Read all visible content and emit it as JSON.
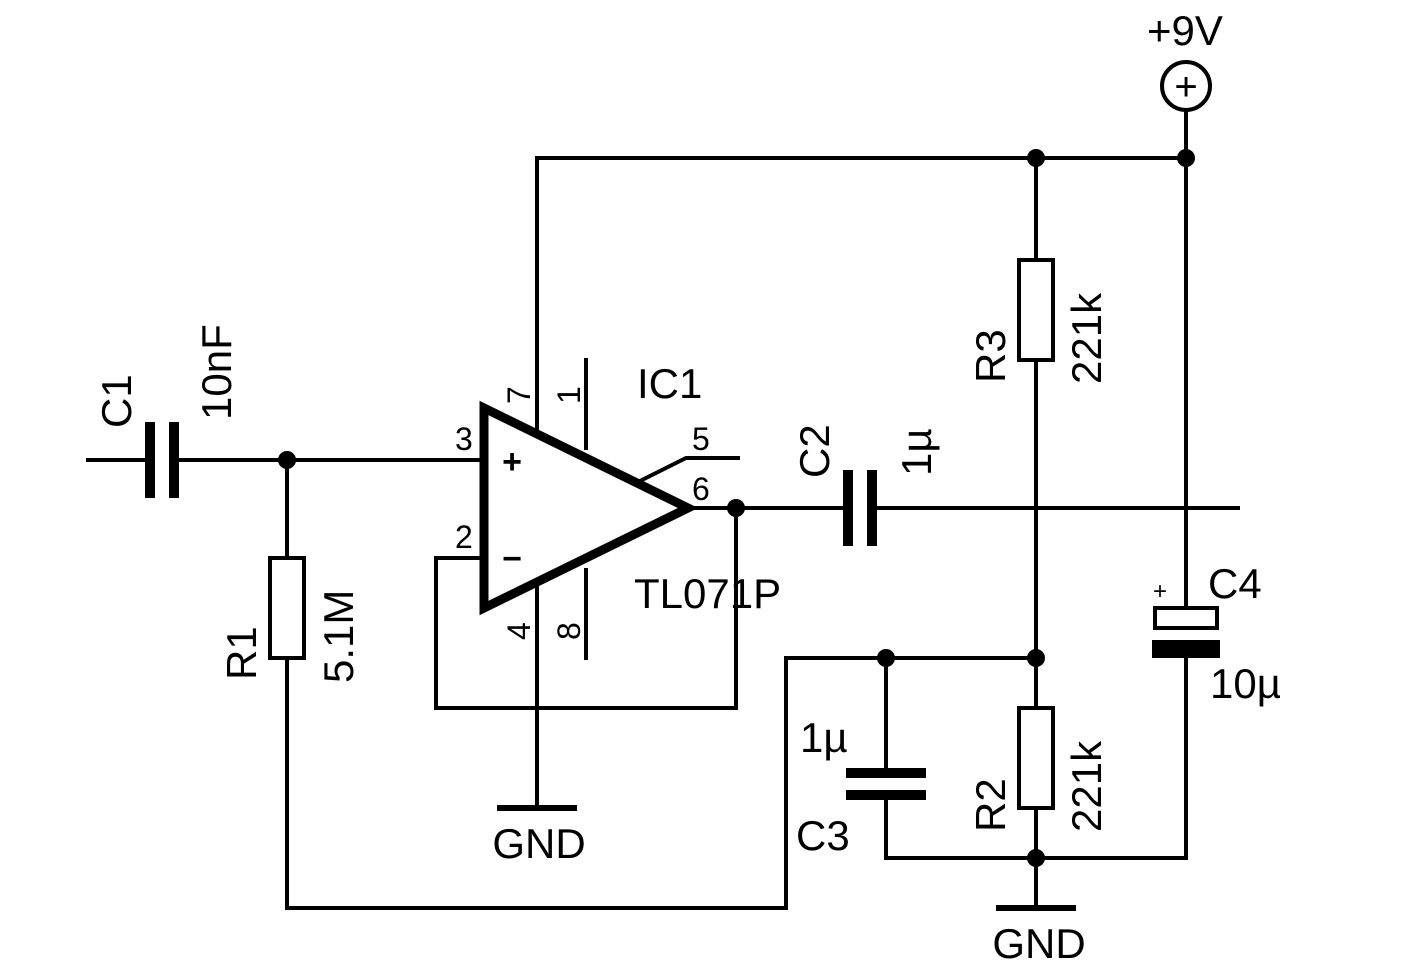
{
  "supply": {
    "label": "+9V",
    "symbol": "+"
  },
  "ground_labels": {
    "left": "GND",
    "right": "GND"
  },
  "ic": {
    "ref": "IC1",
    "part": "TL071P",
    "plus_sign": "+",
    "minus_sign": "−",
    "pins": {
      "p1": "1",
      "p2": "2",
      "p3": "3",
      "p4": "4",
      "p5": "5",
      "p6": "6",
      "p7": "7",
      "p8": "8"
    }
  },
  "components": {
    "c1": {
      "ref": "C1",
      "value": "10nF"
    },
    "r1": {
      "ref": "R1",
      "value": "5.1M"
    },
    "c2": {
      "ref": "C2",
      "value": "1µ"
    },
    "r3": {
      "ref": "R3",
      "value": "221k"
    },
    "r2": {
      "ref": "R2",
      "value": "221k"
    },
    "c3": {
      "ref": "C3",
      "value": "1µ"
    },
    "c4": {
      "ref": "C4",
      "value": "10µ",
      "polarity": "+"
    }
  },
  "colors": {
    "ink": "#000000",
    "background": "#ffffff"
  }
}
